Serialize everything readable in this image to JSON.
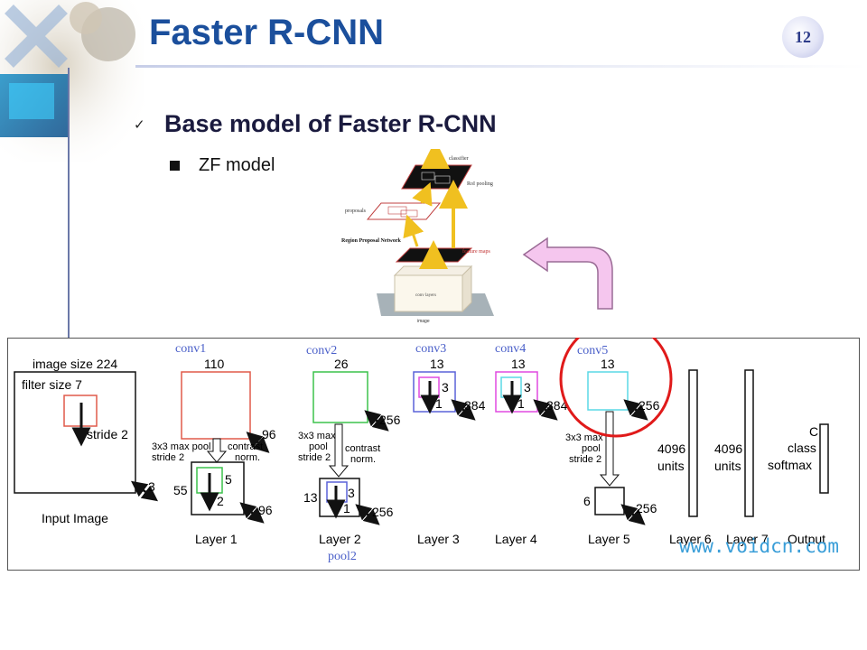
{
  "slide": {
    "title": "Faster R-CNN",
    "page_number": "12",
    "bullet_main": "Base model of Faster R-CNN",
    "bullet_sub": "ZF model",
    "check_glyph": "✓"
  },
  "rcnn_diagram": {
    "classifier": "classifier",
    "roi_pooling": "RoI pooling",
    "proposals": "proposals",
    "rpn": "Region Proposal Network",
    "feature_maps": "feature maps",
    "conv_layers": "conv layers",
    "image": "image"
  },
  "zf": {
    "input": {
      "image_size": "image size 224",
      "filter_size": "filter size 7",
      "stride": "stride 2",
      "depth": "3",
      "label": "Input Image"
    },
    "layer1": {
      "conv": "conv1",
      "size": "110",
      "depth": "96",
      "pool": [
        "3x3 max pool",
        "stride 2"
      ],
      "norm": [
        "contrast",
        "norm."
      ],
      "pool_size": "55",
      "kernel": "5",
      "kstride": "2",
      "pool_depth": "96",
      "label": "Layer 1"
    },
    "layer2": {
      "conv": "conv2",
      "size": "26",
      "depth": "256",
      "pool": [
        "3x3 max",
        "pool",
        "stride 2"
      ],
      "norm": [
        "contrast",
        "norm."
      ],
      "pool_size": "13",
      "kernel": "3",
      "kstride": "1",
      "pool_depth": "256",
      "label": "Layer 2",
      "pool_name": "pool2"
    },
    "layer3": {
      "conv": "conv3",
      "size": "13",
      "kernel": "3",
      "kstride": "1",
      "depth": "384",
      "label": "Layer 3"
    },
    "layer4": {
      "conv": "conv4",
      "size": "13",
      "kernel": "3",
      "kstride": "1",
      "depth": "384",
      "label": "Layer 4"
    },
    "layer5": {
      "conv": "conv5",
      "size": "13",
      "depth": "256",
      "pool": [
        "3x3 max",
        "pool",
        "stride 2"
      ],
      "pool_size": "6",
      "pool_depth": "256",
      "label": "Layer 5"
    },
    "layer6": {
      "units": [
        "4096",
        "units"
      ],
      "label": "Layer 6"
    },
    "layer7": {
      "units": [
        "4096",
        "units"
      ],
      "label": "Layer 7"
    },
    "output": {
      "lines": [
        "C",
        "class",
        "softmax"
      ],
      "label": "Output"
    },
    "watermark": "www.voidcn.com"
  },
  "colors": {
    "title": "#1b4f9c",
    "conv_label": "#4a5fc9",
    "conv1_box": "#e05a4a",
    "conv2_box": "#3cc24c",
    "conv3_box": "#5a62d8",
    "conv4_box": "#e04ae0",
    "conv5_box": "#5ad8e6",
    "highlight_circle": "#e01a1a",
    "arrow_pink": "#f5c6ee",
    "arrow_yellow": "#f0c020",
    "watermark": "#3a9ed8"
  }
}
